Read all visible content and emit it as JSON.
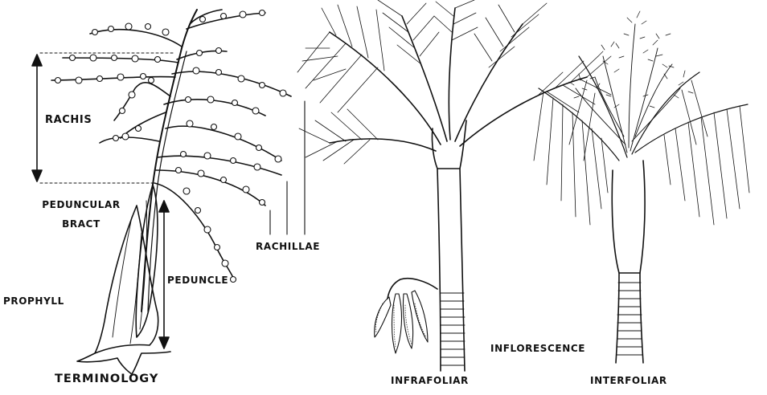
{
  "labels": {
    "rachis": "RACHIS",
    "peduncular": "PEDUNCULAR",
    "bract": "BRACT",
    "rachillae": "RACHILLAE",
    "peduncle": "PEDUNCLE",
    "prophyll": "PROPHYLL",
    "terminology": "TERMINOLOGY",
    "inflorescence": "INFLORESCENCE",
    "infrafoliar": "INFRAFOLIAR",
    "interfoliar": "INTERFOLIAR"
  },
  "colors": {
    "ink": "#111111",
    "background": "#ffffff"
  }
}
